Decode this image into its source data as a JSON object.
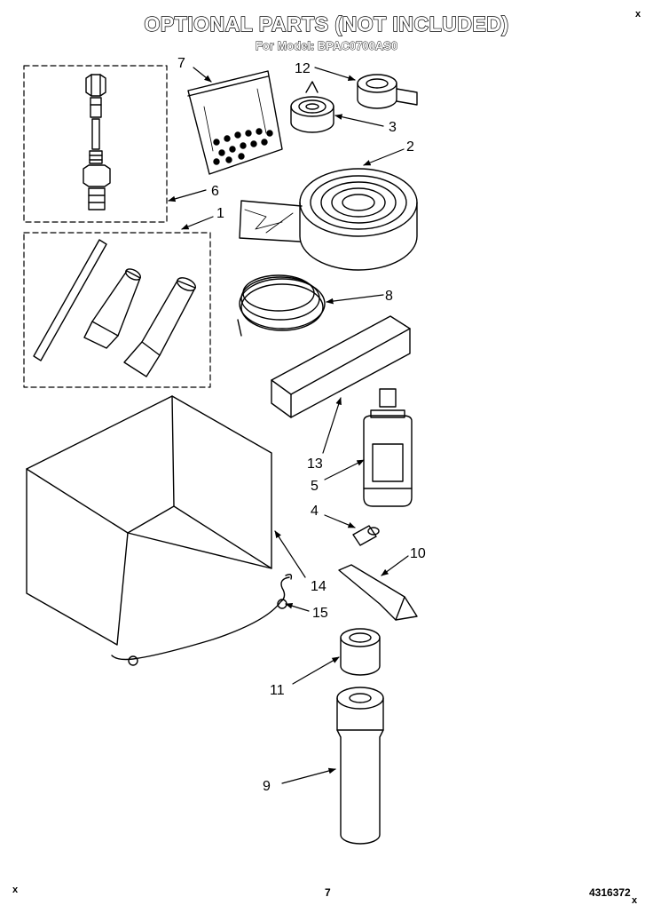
{
  "header": {
    "title": "OPTIONAL PARTS (NOT INCLUDED)",
    "subtitle": "For Model: BPAC0700AS0"
  },
  "footer": {
    "page_number": "7",
    "doc_number": "4316372"
  },
  "corner_marks": {
    "top_right": "x",
    "bottom_left": "x",
    "bottom_right": "x"
  },
  "callouts": {
    "c1": "1",
    "c2": "2",
    "c3": "3",
    "c4": "4",
    "c5": "5",
    "c6": "6",
    "c7": "7",
    "c8": "8",
    "c9": "9",
    "c10": "10",
    "c11": "11",
    "c12": "12",
    "c13": "13",
    "c14": "14",
    "c15": "15"
  },
  "colors": {
    "line": "#000000",
    "background": "#ffffff"
  }
}
